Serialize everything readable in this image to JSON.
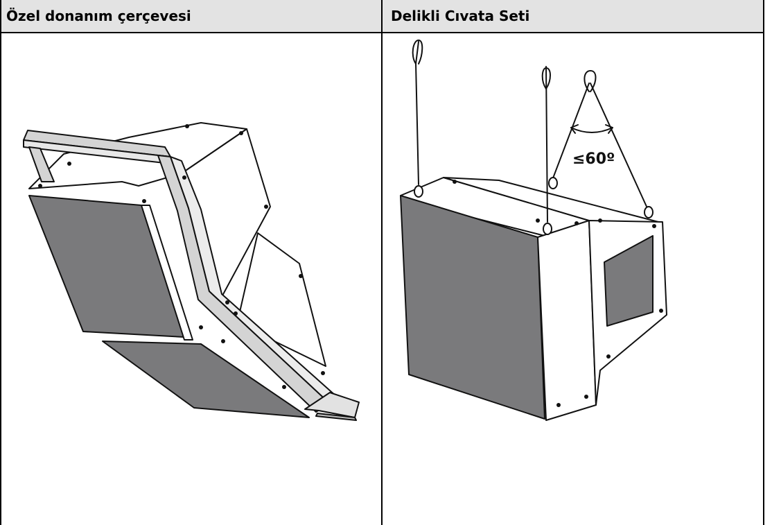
{
  "table": {
    "columns": [
      {
        "header": "Özel donanım çerçevesi"
      },
      {
        "header": "Delikli Cıvata Seti"
      }
    ]
  },
  "figures": {
    "mounting_frame": {},
    "eyebolt_kit": {
      "angle_label": "≤60º"
    }
  },
  "colors": {
    "header_bg": "#e3e3e3",
    "grille": "#7a7a7c",
    "frame_metal": "#d4d4d4",
    "line": "#111111"
  }
}
